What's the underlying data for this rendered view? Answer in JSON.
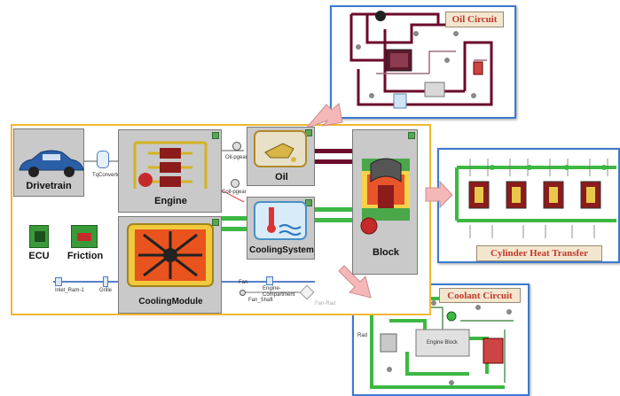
{
  "main": {
    "blocks": {
      "drivetrain": "Drivetrain",
      "engine": "Engine",
      "oil": "Oil",
      "block": "Block",
      "cooling_system": "CoolingSystem",
      "cooling_module": "CoolingModule",
      "ecu": "ECU",
      "friction": "Friction"
    },
    "small_labels": {
      "tq_converter": "TqConverter",
      "oil_pgear": "Oil-pgear",
      "coolant_pgear": "Coil-pgear",
      "inlet_ram": "Inlet_Ram-1",
      "grille": "Grille",
      "fan": "Fan",
      "engine_compartment": "Engine-\nCompartment",
      "fan_shaft": "Fan_Shaft",
      "fan_rad": "Fan-Rad"
    }
  },
  "panels": {
    "oil_circuit": {
      "title": "Oil Circuit"
    },
    "cylinder": {
      "title": "Cylinder Heat Transfer"
    },
    "coolant": {
      "title": "Coolant Circuit",
      "labels": {
        "rad": "Rad",
        "engine_block": "Engine Block"
      }
    }
  },
  "colors": {
    "frame_border": "#f2b632",
    "panel_border": "#3a7ad0",
    "title_text": "#c0392b",
    "arrow_fill": "#f5b7b7"
  }
}
